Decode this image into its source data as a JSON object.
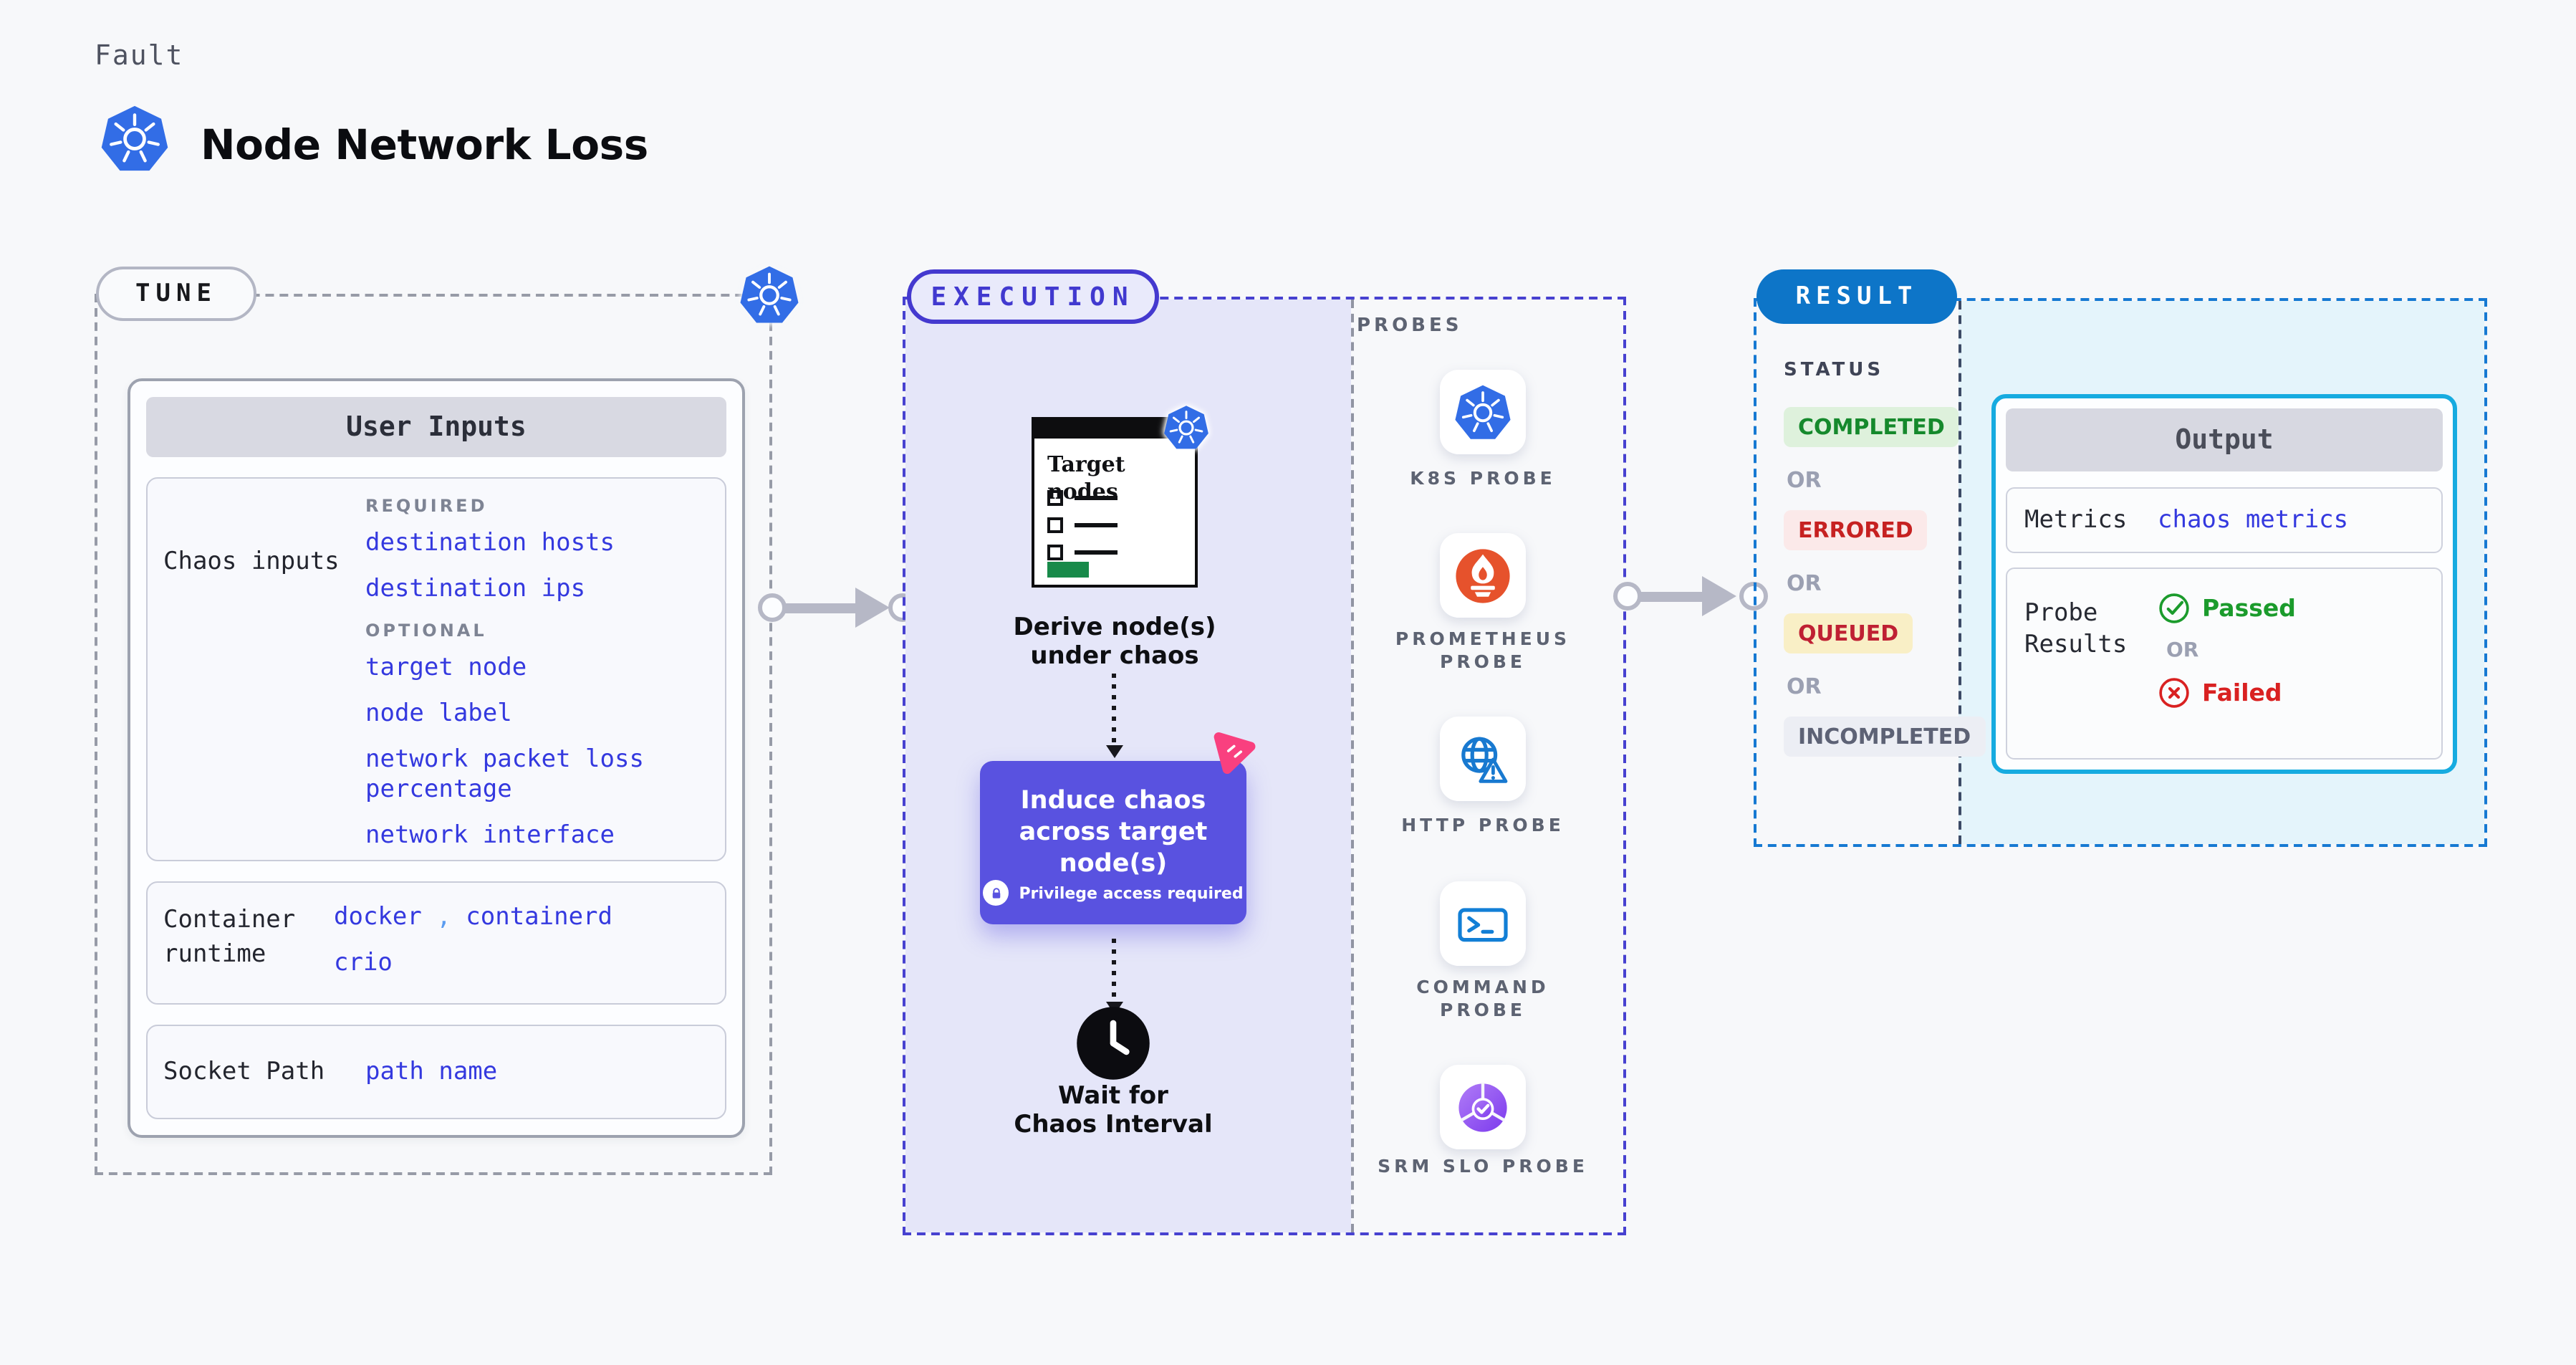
{
  "header": {
    "eyebrow": "Fault",
    "title": "Node Network Loss",
    "icon": "kubernetes-icon"
  },
  "tune": {
    "label": "TUNE",
    "user_inputs": {
      "title": "User Inputs",
      "chaos_inputs": {
        "label": "Chaos inputs",
        "required_label": "REQUIRED",
        "required_items": [
          "destination hosts",
          "destination ips"
        ],
        "optional_label": "OPTIONAL",
        "optional_items": [
          "target node",
          "node label",
          "network packet loss percentage",
          "network interface"
        ]
      },
      "container_runtime": {
        "label": "Container runtime",
        "line1_values": [
          "docker",
          "containerd"
        ],
        "separator": ",",
        "line2_value": "crio"
      },
      "socket_path": {
        "label": "Socket Path",
        "value": "path name"
      }
    }
  },
  "execution": {
    "label": "EXECUTION",
    "target_card_title": "Target nodes",
    "derive_caption": "Derive node(s) under chaos",
    "induce_title": "Induce chaos across target node(s)",
    "induce_badge": "Privilege access required",
    "wait_caption": "Wait for Chaos Interval",
    "probes_label": "PROBES",
    "probes": [
      {
        "name": "K8S PROBE",
        "icon": "kubernetes"
      },
      {
        "name": "PROMETHEUS PROBE",
        "icon": "prometheus"
      },
      {
        "name": "HTTP PROBE",
        "icon": "http"
      },
      {
        "name": "COMMAND PROBE",
        "icon": "command"
      },
      {
        "name": "SRM SLO PROBE",
        "icon": "srm"
      }
    ]
  },
  "result": {
    "label": "RESULT",
    "status_label": "STATUS",
    "or_label": "OR",
    "statuses": [
      {
        "label": "COMPLETED",
        "fg": "#15892c",
        "bg": "#def1dc"
      },
      {
        "label": "ERRORED",
        "fg": "#c62121",
        "bg": "#fbe9e9"
      },
      {
        "label": "QUEUED",
        "fg": "#bf2033",
        "bg": "#f9efc6"
      },
      {
        "label": "INCOMPLETED",
        "fg": "#5d6275",
        "bg": "#eceef4"
      }
    ],
    "output": {
      "title": "Output",
      "metrics_label": "Metrics",
      "metrics_value": "chaos metrics",
      "probe_results_label": "Probe Results",
      "passed_label": "Passed",
      "failed_label": "Failed"
    }
  },
  "colors": {
    "page_bg": "#f7f8fa",
    "kubernetes_blue": "#326de6",
    "execution_indigo": "#4439cf",
    "execution_panel": "#e5e6f9",
    "induce_purple": "#5952e0",
    "chaos_pink": "#f9407f",
    "result_blue": "#0d75c8",
    "output_border": "#16abe0",
    "result_panel": "#e4f4fb",
    "link_blue": "#3439df",
    "prometheus_orange": "#e6522c",
    "probe_blue": "#127fd6",
    "srm_purple": "#7c3aed",
    "passed_green": "#1b9b2c",
    "failed_red": "#d92121",
    "target_green": "#188a4a"
  }
}
